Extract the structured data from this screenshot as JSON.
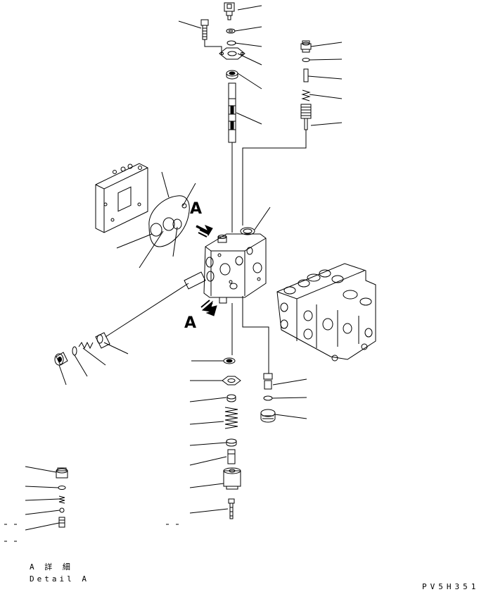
{
  "view_marker": "A",
  "detail_label_jp": "A 詳 細",
  "detail_label_en": "Detail A",
  "figure_code": "PV5H351"
}
